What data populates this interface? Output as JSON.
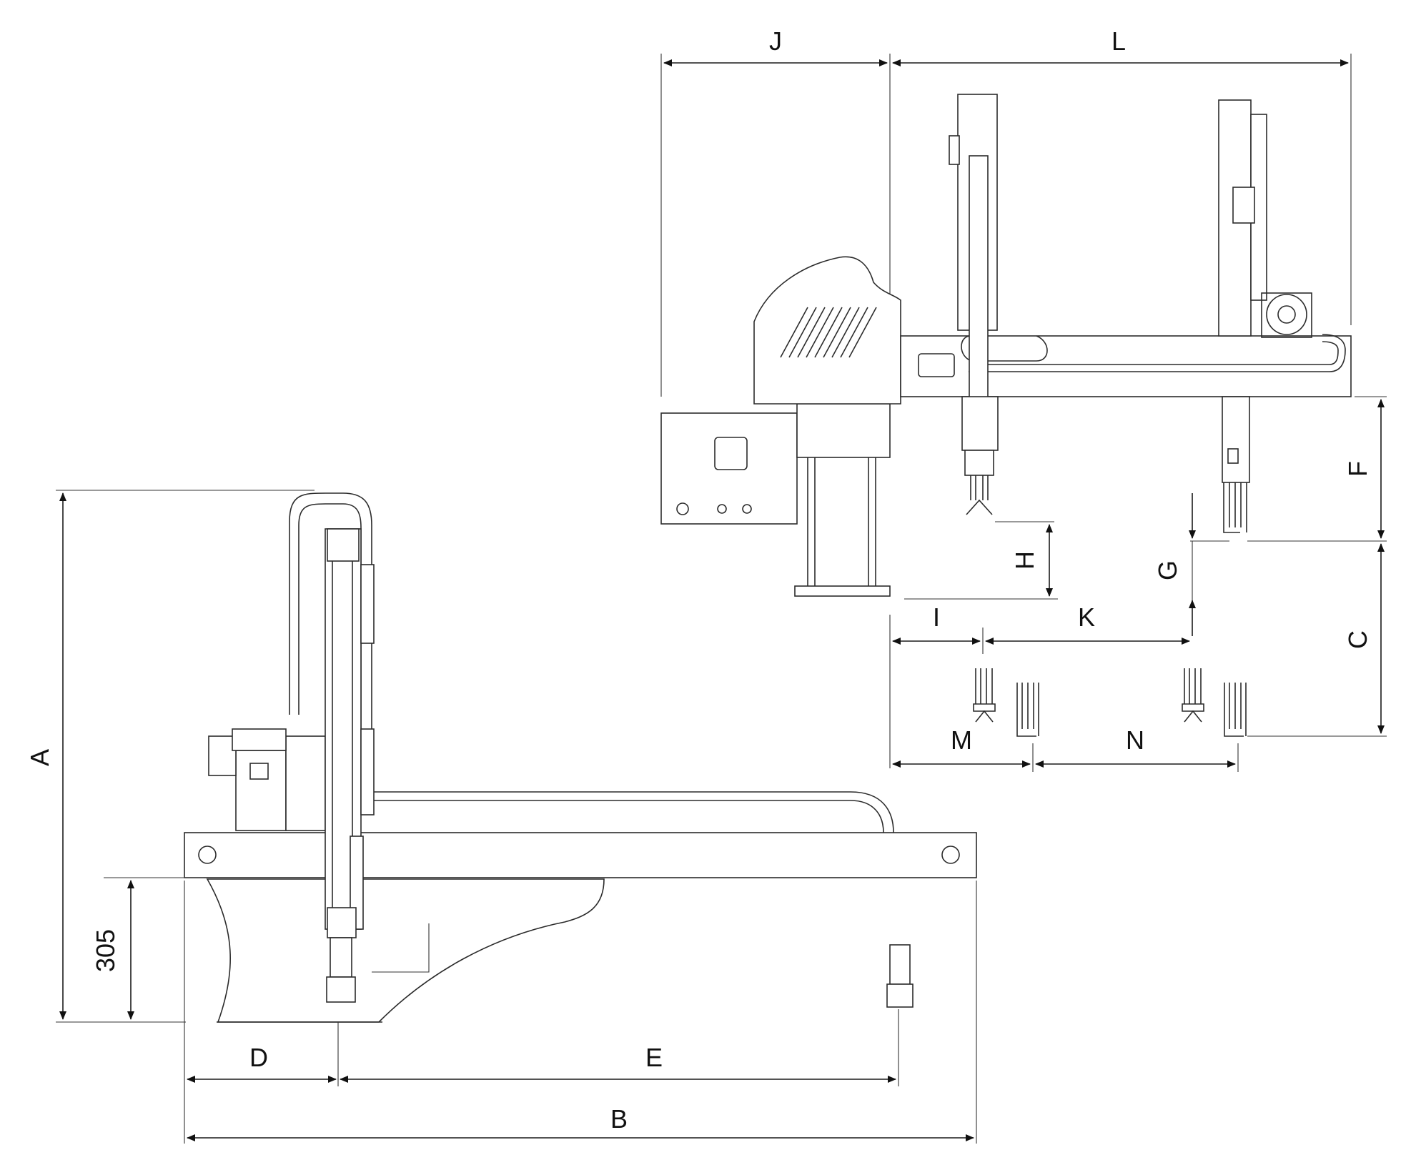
{
  "labels": {
    "A": "A",
    "B": "B",
    "C": "C",
    "D": "D",
    "E": "E",
    "F": "F",
    "G": "G",
    "H": "H",
    "I": "I",
    "J": "J",
    "K": "K",
    "L": "L",
    "M": "M",
    "N": "N",
    "base_height": "305"
  }
}
